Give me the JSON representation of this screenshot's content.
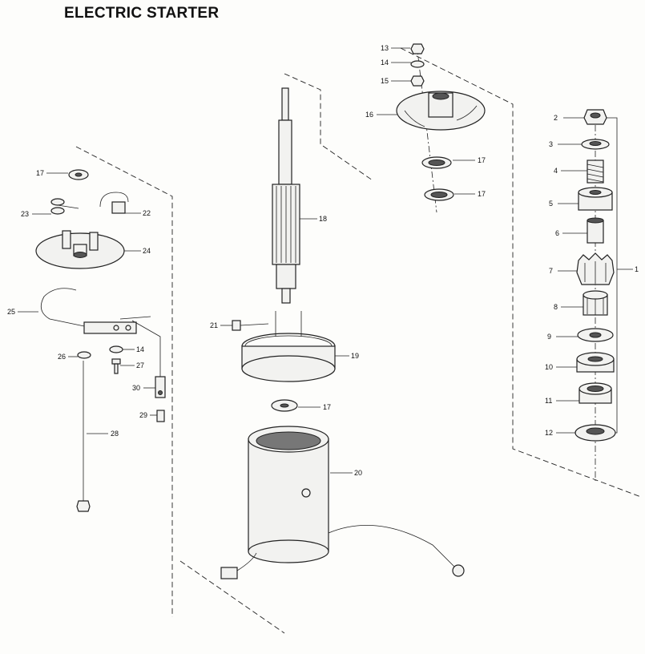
{
  "diagram": {
    "title": "ELECTRIC STARTER",
    "labels": {
      "p1": "1",
      "p2": "2",
      "p3": "3",
      "p4": "4",
      "p5": "5",
      "p6": "6",
      "p7": "7",
      "p8": "8",
      "p9": "9",
      "p10": "10",
      "p11": "11",
      "p12": "12",
      "p13": "13",
      "p14a": "14",
      "p15": "15",
      "p16": "16",
      "p17a": "17",
      "p17b": "17",
      "p17c": "17",
      "p17d": "17",
      "p18": "18",
      "p19": "19",
      "p20": "20",
      "p21": "21",
      "p22": "22",
      "p23": "23",
      "p24": "24",
      "p25": "25",
      "p26": "26",
      "p27": "27",
      "p28": "28",
      "p14b": "14",
      "p29": "29",
      "p30": "30"
    }
  }
}
